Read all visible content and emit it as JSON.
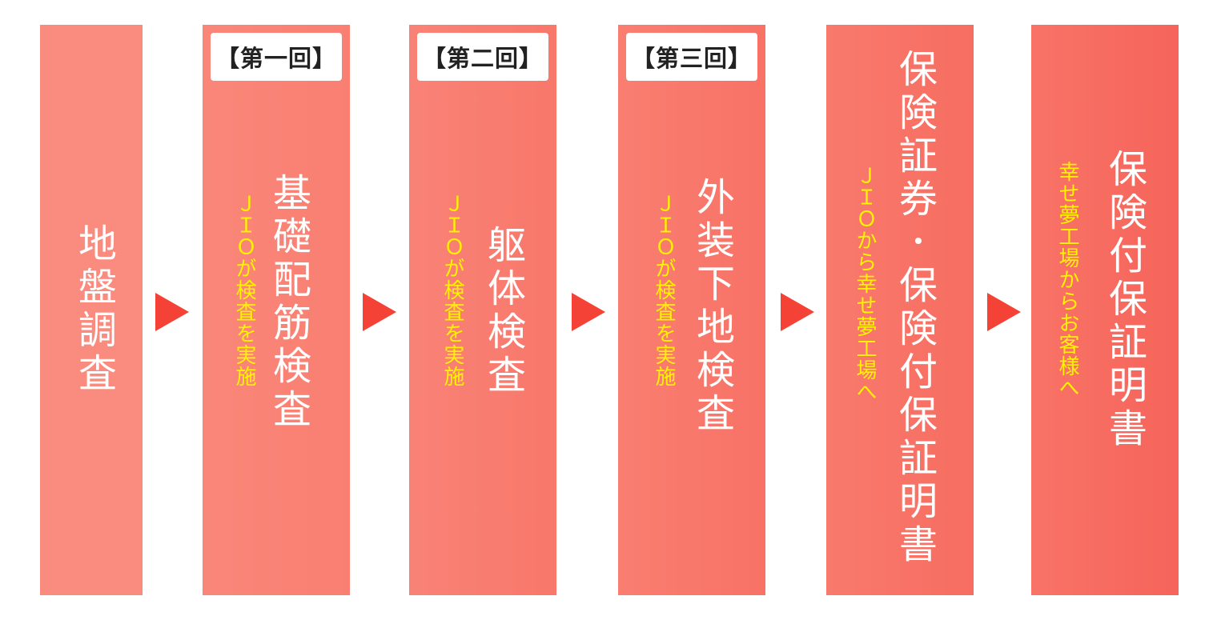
{
  "steps": [
    {
      "title": "地盤調査"
    },
    {
      "badge": "【第一回】",
      "title": "基礎配筋検査",
      "sub": "ＪＩＯが検査を実施"
    },
    {
      "badge": "【第二回】",
      "title": "躯体検査",
      "sub": "ＪＩＯが検査を実施"
    },
    {
      "badge": "【第三回】",
      "title": "外装下地検査",
      "sub": "ＪＩＯが検査を実施"
    },
    {
      "title": "保険証券･保険付保証明書",
      "sub": "ＪＩＯから幸せ夢工場へ"
    },
    {
      "title": "保険付保証明書",
      "sub": "幸せ夢工場からお客様へ"
    }
  ],
  "colors": {
    "box": "#f87d70",
    "arrow": "#f44336",
    "subtext": "#fff200"
  }
}
